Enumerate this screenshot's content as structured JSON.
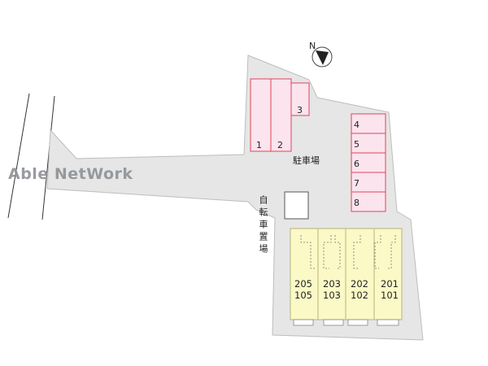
{
  "watermark": "Able NetWork",
  "parking": {
    "label": "駐車場",
    "spaces_top": [
      "1",
      "2",
      "3"
    ],
    "spaces_right": [
      "4",
      "5",
      "6",
      "7",
      "8"
    ]
  },
  "bicycle_parking": {
    "label": "自転車置場"
  },
  "building": {
    "units": [
      {
        "upper": "205",
        "lower": "105"
      },
      {
        "upper": "203",
        "lower": "103"
      },
      {
        "upper": "202",
        "lower": "102"
      },
      {
        "upper": "201",
        "lower": "101"
      }
    ]
  },
  "compass": {
    "north": "N"
  },
  "colors": {
    "site": "#e6e6e6",
    "site_edge": "#bdbdbd",
    "parking_fill": "#fbe4ee",
    "parking_edge": "#e0445a",
    "building_fill": "#fbf9c6",
    "building_edge": "#b8b27a",
    "watermark": "#8d9196"
  }
}
